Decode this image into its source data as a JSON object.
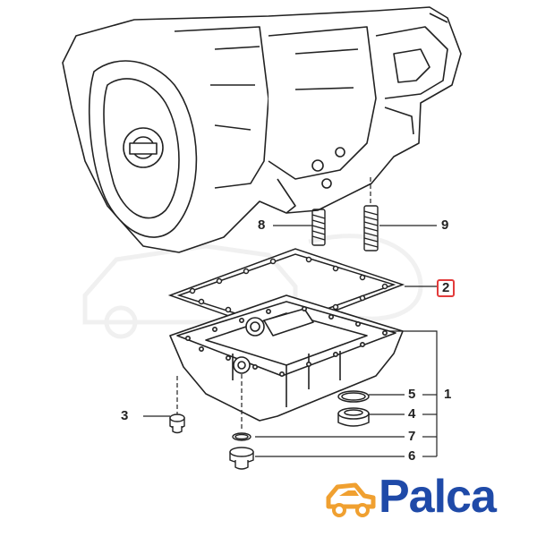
{
  "diagram": {
    "callouts": {
      "c1": "1",
      "c2": "2",
      "c3": "3",
      "c4": "4",
      "c5": "5",
      "c6": "6",
      "c7": "7",
      "c8": "8",
      "c9": "9"
    },
    "highlight_color": "#e23b3b",
    "line_color": "#222222"
  },
  "logo": {
    "text": "Palca",
    "color": "#1f4aa8",
    "accent_color": "#f0a030",
    "icon": "car-icon"
  },
  "watermark": {
    "icon": "car-watermark-icon"
  }
}
